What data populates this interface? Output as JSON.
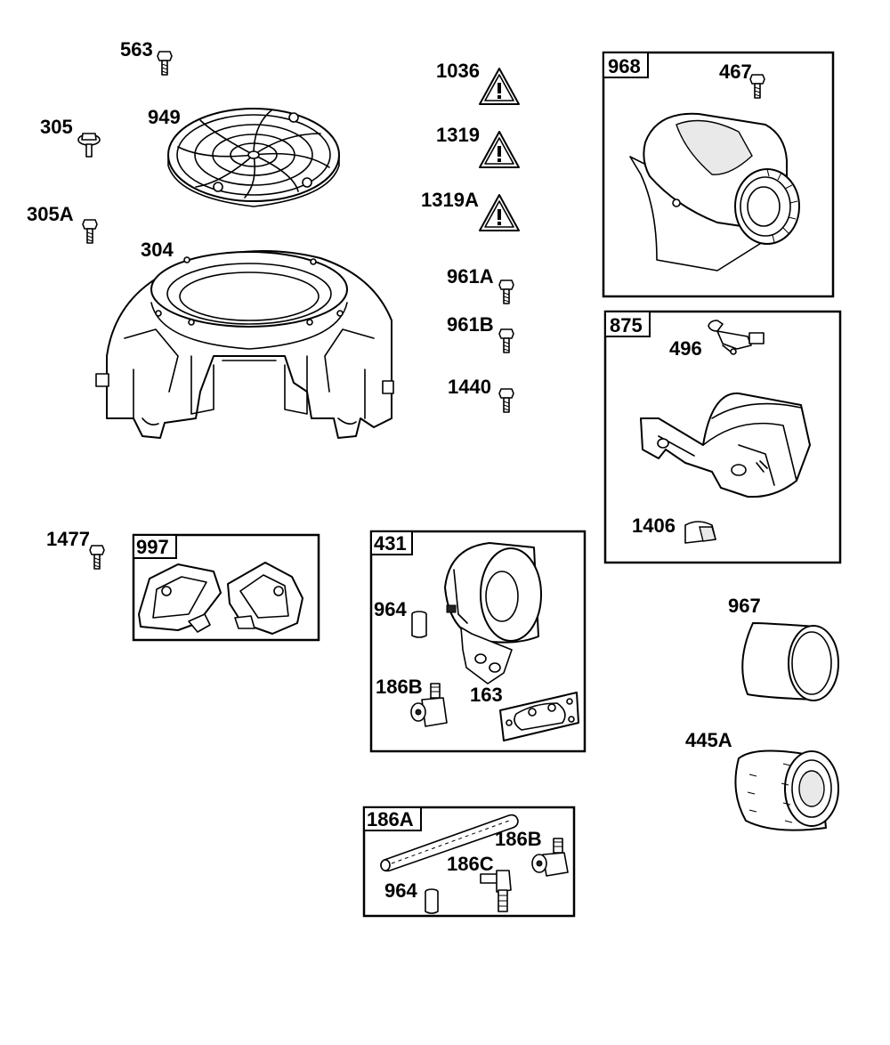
{
  "parts": {
    "p563": "563",
    "p305": "305",
    "p949": "949",
    "p305A": "305A",
    "p304": "304",
    "p1036": "1036",
    "p1319": "1319",
    "p1319A": "1319A",
    "p961A": "961A",
    "p961B": "961B",
    "p1440": "1440",
    "p1477": "1477",
    "p467": "467",
    "p496": "496",
    "p1406": "1406",
    "p964a": "964",
    "p186B_a": "186B",
    "p163": "163",
    "p967": "967",
    "p445A": "445A",
    "p186B_b": "186B",
    "p186C": "186C",
    "p964b": "964"
  },
  "kits": {
    "k968": "968",
    "k875": "875",
    "k997": "997",
    "k431": "431",
    "k186A": "186A"
  }
}
